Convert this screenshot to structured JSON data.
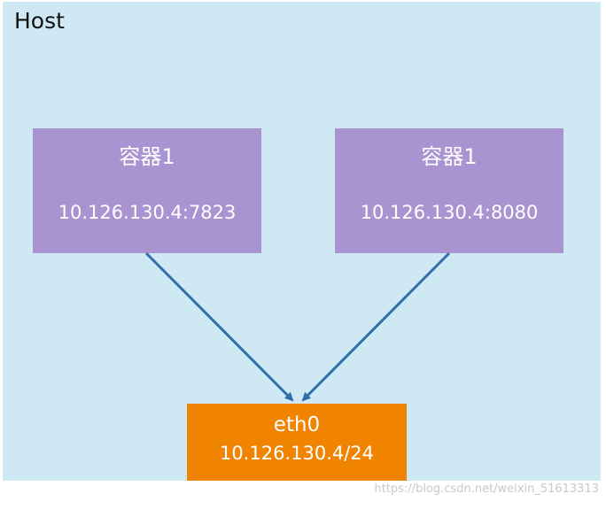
{
  "host": {
    "label": "Host"
  },
  "containers": [
    {
      "title": "容器1",
      "address": "10.126.130.4:7823"
    },
    {
      "title": "容器1",
      "address": "10.126.130.4:8080"
    }
  ],
  "interface": {
    "name": "eth0",
    "address": "10.126.130.4/24"
  },
  "watermark": "https://blog.csdn.net/weixin_51613313",
  "colors": {
    "host_background": "#cfe9f4",
    "container_fill": "#a993d0",
    "interface_fill": "#f08400",
    "arrow": "#2f6ea8"
  }
}
